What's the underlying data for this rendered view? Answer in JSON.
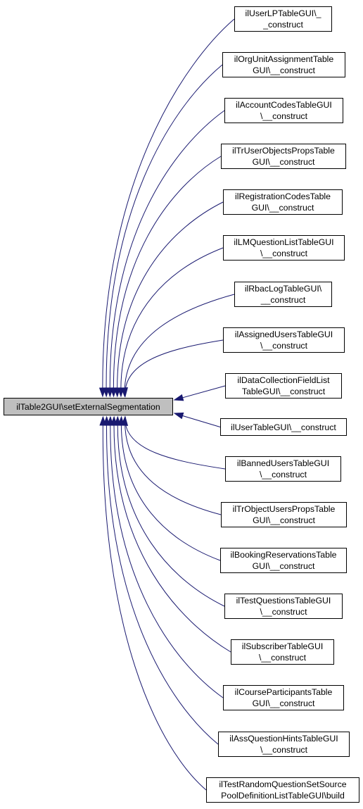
{
  "graph": {
    "focus": {
      "line1": "ilTable2GUI\\setExternalSegmentation"
    },
    "edge_color": "#191970",
    "focus_fill": "#bfbfbf",
    "callers": [
      {
        "line1": "ilUserLPTableGUI\\_",
        "line2": "_construct"
      },
      {
        "line1": "ilOrgUnitAssignmentTable",
        "line2": "GUI\\__construct"
      },
      {
        "line1": "ilAccountCodesTableGUI",
        "line2": "\\__construct"
      },
      {
        "line1": "ilTrUserObjectsPropsTable",
        "line2": "GUI\\__construct"
      },
      {
        "line1": "ilRegistrationCodesTable",
        "line2": "GUI\\__construct"
      },
      {
        "line1": "ilLMQuestionListTableGUI",
        "line2": "\\__construct"
      },
      {
        "line1": "ilRbacLogTableGUI\\",
        "line2": "__construct"
      },
      {
        "line1": "ilAssignedUsersTableGUI",
        "line2": "\\__construct"
      },
      {
        "line1": "ilDataCollectionFieldList",
        "line2": "TableGUI\\__construct"
      },
      {
        "line1": "ilUserTableGUI\\__construct",
        "line2": ""
      },
      {
        "line1": "ilBannedUsersTableGUI",
        "line2": "\\__construct"
      },
      {
        "line1": "ilTrObjectUsersPropsTable",
        "line2": "GUI\\__construct"
      },
      {
        "line1": "ilBookingReservationsTable",
        "line2": "GUI\\__construct"
      },
      {
        "line1": "ilTestQuestionsTableGUI",
        "line2": "\\__construct"
      },
      {
        "line1": "ilSubscriberTableGUI",
        "line2": "\\__construct"
      },
      {
        "line1": "ilCourseParticipantsTable",
        "line2": "GUI\\__construct"
      },
      {
        "line1": "ilAssQuestionHintsTableGUI",
        "line2": "\\__construct"
      },
      {
        "line1": "ilTestRandomQuestionSetSource",
        "line2": "PoolDefinitionListTableGUI\\build"
      }
    ]
  }
}
